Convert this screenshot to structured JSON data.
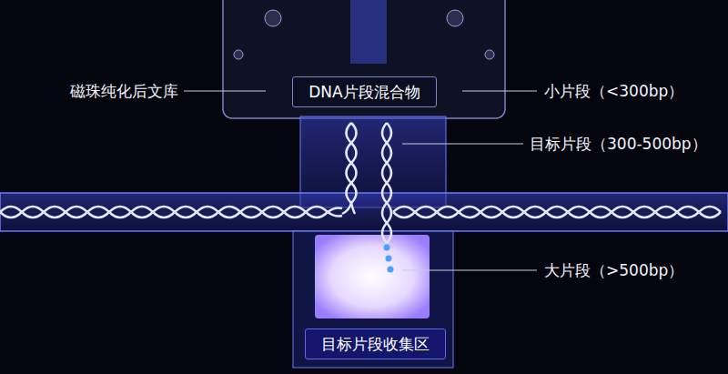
{
  "diagram": {
    "nodes": [
      {
        "text": [
          "DNA片段混合物"
        ]
      },
      {
        "text": [
          "目标片段收集区"
        ]
      }
    ],
    "labels": [
      "磁珠纯化后文库",
      "小片段（<300bp）",
      "目标片段（300-500bp）",
      "大片段（>500bp）"
    ]
  }
}
